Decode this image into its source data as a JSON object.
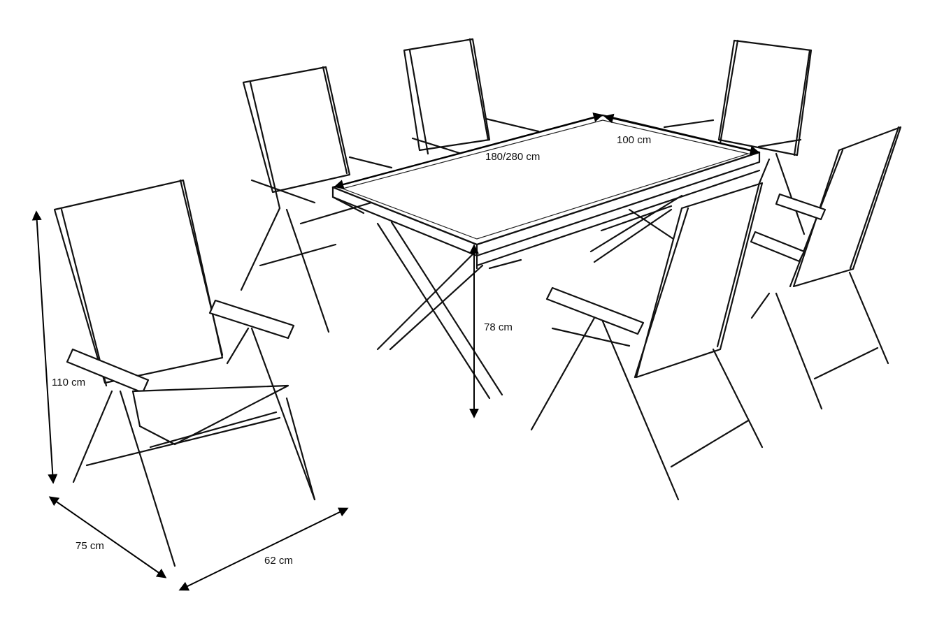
{
  "dimensions": {
    "table_length": "180/280 cm",
    "table_width": "100 cm",
    "table_height": "78 cm",
    "chair_height": "110 cm",
    "chair_depth": "75 cm",
    "chair_width": "62 cm"
  },
  "colors": {
    "line": "#111111",
    "background": "#ffffff"
  }
}
